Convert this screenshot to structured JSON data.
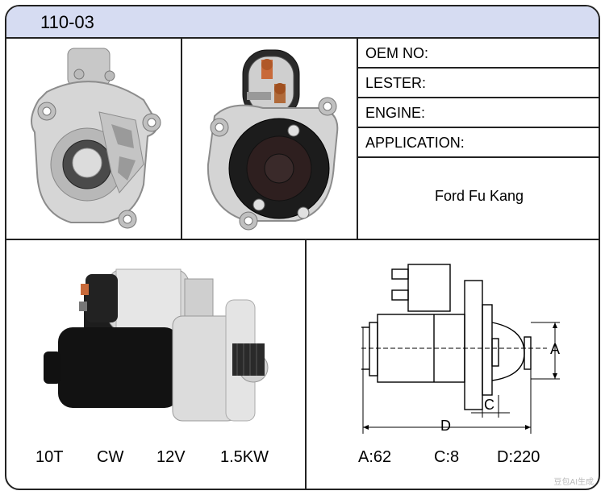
{
  "header": {
    "code": "110-03"
  },
  "info": {
    "oem_label": "OEM NO:",
    "lester_label": "LESTER:",
    "engine_label": "ENGINE:",
    "application_label": "APPLICATION:",
    "application_value": "Ford Fu Kang"
  },
  "specs": {
    "teeth": "10T",
    "rotation": "CW",
    "voltage": "12V",
    "power": "1.5KW"
  },
  "dimensions": {
    "a": "A:62",
    "c": "C:8",
    "d": "D:220",
    "label_a": "A",
    "label_c": "C",
    "label_d": "D"
  },
  "watermark": "豆包AI生成",
  "colors": {
    "header_bg": "#d6dcf2",
    "border": "#222222"
  },
  "icons": [
    "starter-front-view",
    "starter-rear-view",
    "starter-side-photo",
    "starter-technical-drawing"
  ]
}
